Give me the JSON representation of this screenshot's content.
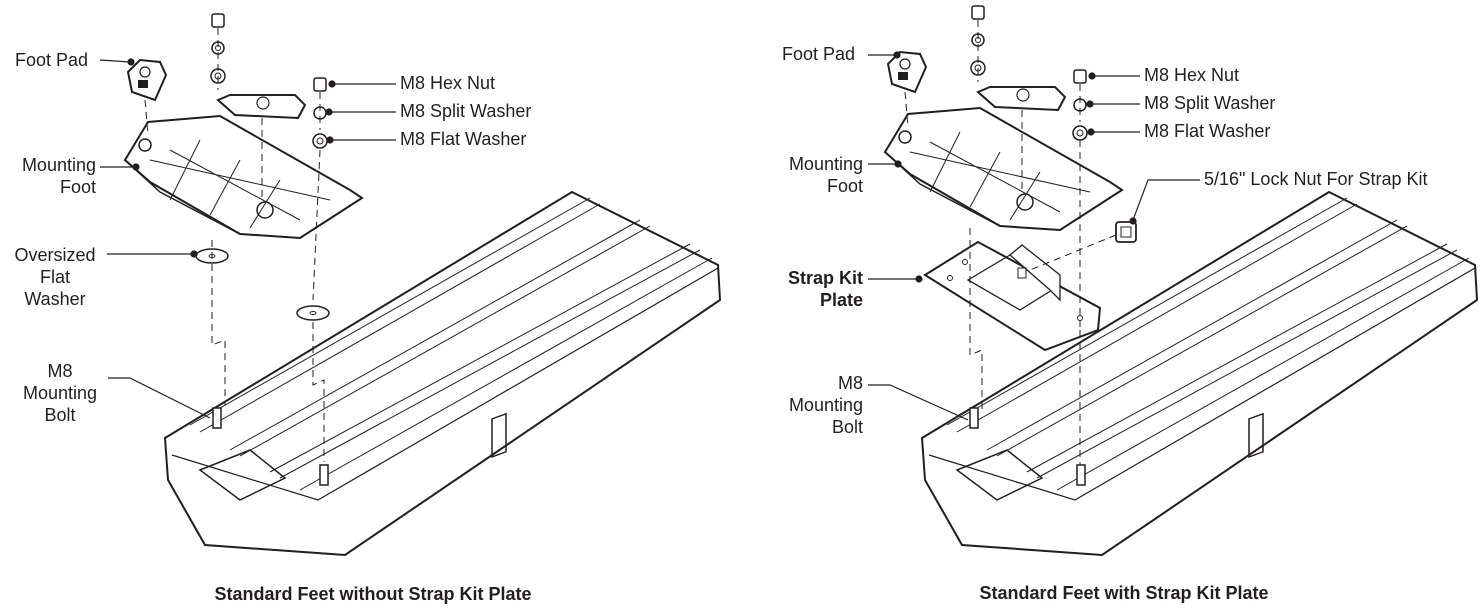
{
  "panels": [
    {
      "caption": "Standard Feet without Strap Kit Plate",
      "labels": {
        "foot_pad": "Foot Pad",
        "mounting_foot_1": "Mounting",
        "mounting_foot_2": "Foot",
        "oversized_1": "Oversized",
        "oversized_2": "Flat",
        "oversized_3": "Washer",
        "bolt_1": "M8",
        "bolt_2": "Mounting",
        "bolt_3": "Bolt",
        "hex_nut": "M8 Hex Nut",
        "split_washer": "M8 Split Washer",
        "flat_washer": "M8 Flat Washer"
      }
    },
    {
      "caption": "Standard Feet with Strap Kit Plate",
      "labels": {
        "foot_pad": "Foot Pad",
        "mounting_foot_1": "Mounting",
        "mounting_foot_2": "Foot",
        "strap_plate_1": "Strap Kit",
        "strap_plate_2": "Plate",
        "bolt_1": "M8",
        "bolt_2": "Mounting",
        "bolt_3": "Bolt",
        "hex_nut": "M8 Hex Nut",
        "split_washer": "M8 Split Washer",
        "flat_washer": "M8 Flat Washer",
        "lock_nut": "5/16\" Lock Nut For Strap Kit"
      }
    }
  ],
  "colors": {
    "line": "#231f20",
    "background": "#ffffff"
  }
}
